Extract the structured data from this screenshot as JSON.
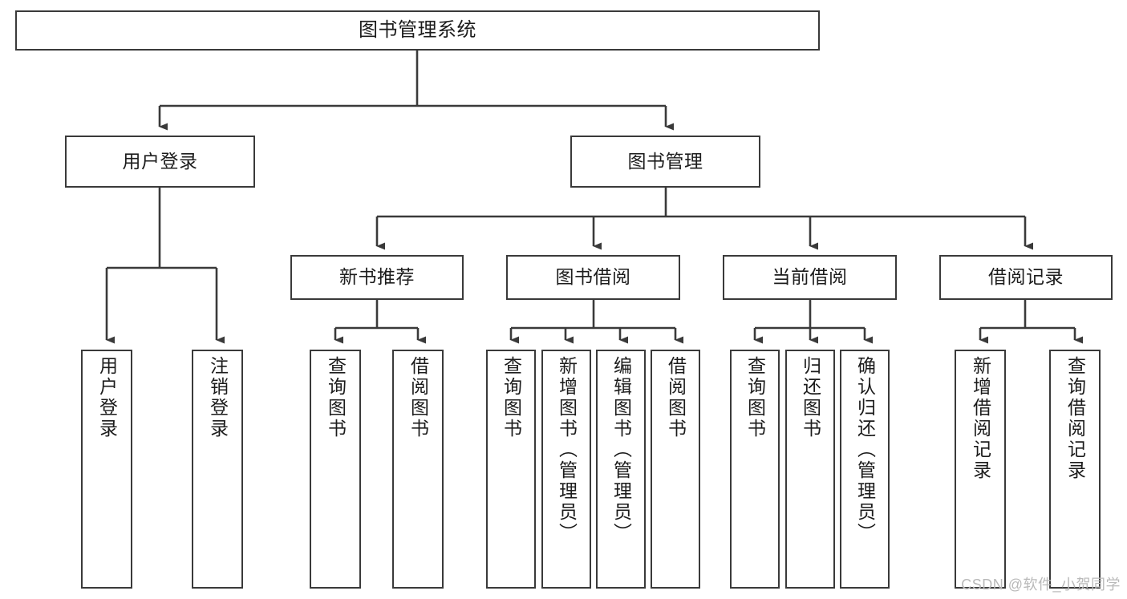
{
  "diagram": {
    "type": "tree",
    "title": "图书管理系统",
    "stroke_color": "#3a3a3a",
    "text_color": "#1c1c1c",
    "background_color": "#ffffff",
    "watermark": "CSDN @软件_小贺同学",
    "levels": {
      "root": [
        "图书管理系统"
      ],
      "level2": [
        "用户登录",
        "图书管理"
      ],
      "level3": [
        "新书推荐",
        "图书借阅",
        "当前借阅",
        "借阅记录"
      ]
    },
    "nodes": {
      "root": {
        "label": "图书管理系统"
      },
      "user_login": {
        "label": "用户登录"
      },
      "book_manage": {
        "label": "图书管理"
      },
      "new_book_rec": {
        "label": "新书推荐"
      },
      "book_borrow": {
        "label": "图书借阅"
      },
      "current_borrow": {
        "label": "当前借阅"
      },
      "borrow_record": {
        "label": "借阅记录"
      },
      "leaf_user_login": {
        "label": "用户登录"
      },
      "leaf_user_logout": {
        "label": "注销登录"
      },
      "leaf_rec_query": {
        "label": "查询图书"
      },
      "leaf_rec_borrow": {
        "label": "借阅图书"
      },
      "leaf_borrow_query": {
        "label": "查询图书"
      },
      "leaf_borrow_add": {
        "label": "新增图书（管理员）"
      },
      "leaf_borrow_edit": {
        "label": "编辑图书（管理员）"
      },
      "leaf_borrow_lend": {
        "label": "借阅图书"
      },
      "leaf_cur_query": {
        "label": "查询图书"
      },
      "leaf_cur_return": {
        "label": "归还图书"
      },
      "leaf_cur_confirm": {
        "label": "确认归还（管理员）"
      },
      "leaf_rec_add": {
        "label": "新增借阅记录"
      },
      "leaf_rec_search": {
        "label": "查询借阅记录"
      }
    },
    "edges": [
      {
        "from": "图书管理系统",
        "to": "用户登录"
      },
      {
        "from": "图书管理系统",
        "to": "图书管理"
      },
      {
        "from": "用户登录",
        "to": "用户登录"
      },
      {
        "from": "用户登录",
        "to": "注销登录"
      },
      {
        "from": "图书管理",
        "to": "新书推荐"
      },
      {
        "from": "图书管理",
        "to": "图书借阅"
      },
      {
        "from": "图书管理",
        "to": "当前借阅"
      },
      {
        "from": "图书管理",
        "to": "借阅记录"
      },
      {
        "from": "新书推荐",
        "to": "查询图书"
      },
      {
        "from": "新书推荐",
        "to": "借阅图书"
      },
      {
        "from": "图书借阅",
        "to": "查询图书"
      },
      {
        "from": "图书借阅",
        "to": "新增图书（管理员）"
      },
      {
        "from": "图书借阅",
        "to": "编辑图书（管理员）"
      },
      {
        "from": "图书借阅",
        "to": "借阅图书"
      },
      {
        "from": "当前借阅",
        "to": "查询图书"
      },
      {
        "from": "当前借阅",
        "to": "归还图书"
      },
      {
        "from": "当前借阅",
        "to": "确认归还（管理员）"
      },
      {
        "from": "借阅记录",
        "to": "新增借阅记录"
      },
      {
        "from": "借阅记录",
        "to": "查询借阅记录"
      }
    ]
  }
}
